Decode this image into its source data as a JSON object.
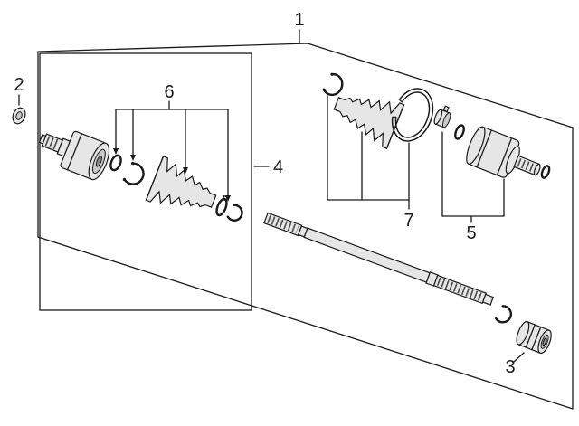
{
  "diagram": {
    "kind": "exploded-parts-diagram",
    "subject": "drive-shaft-cv-axle-assembly"
  },
  "callouts": {
    "c1": "1",
    "c2": "2",
    "c3": "3",
    "c4": "4",
    "c5": "5",
    "c6": "6",
    "c7": "7"
  },
  "parts": {
    "1": "driveshaft-assembly",
    "2": "spindle-nut",
    "3": "dynamic-damper",
    "4": "outboard-joint-set",
    "5": "inboard-joint-set",
    "6": "outboard-boot-set",
    "7": "inboard-boot-set"
  },
  "colors": {
    "line": "#1a1a1a",
    "background": "#ffffff",
    "part_fill": "#e6e6e6",
    "part_shade": "#c9c9c9"
  }
}
